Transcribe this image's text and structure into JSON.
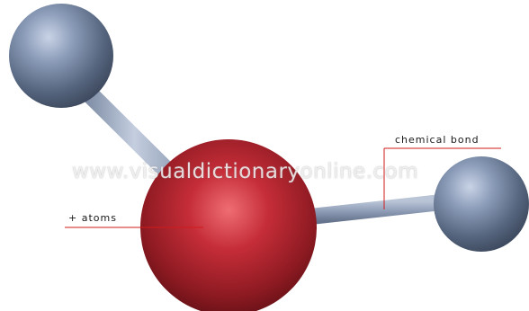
{
  "watermark": "www.visualdictionaryonline.com",
  "labels": {
    "chemical_bond": "chemical bond",
    "atoms": "+ atoms"
  },
  "colors": {
    "oxygen_atom": "#b3222d",
    "hydrogen_atom": "#6e7f9e",
    "bond": "#9aa9c2",
    "leader_line": "#d11a1a"
  }
}
